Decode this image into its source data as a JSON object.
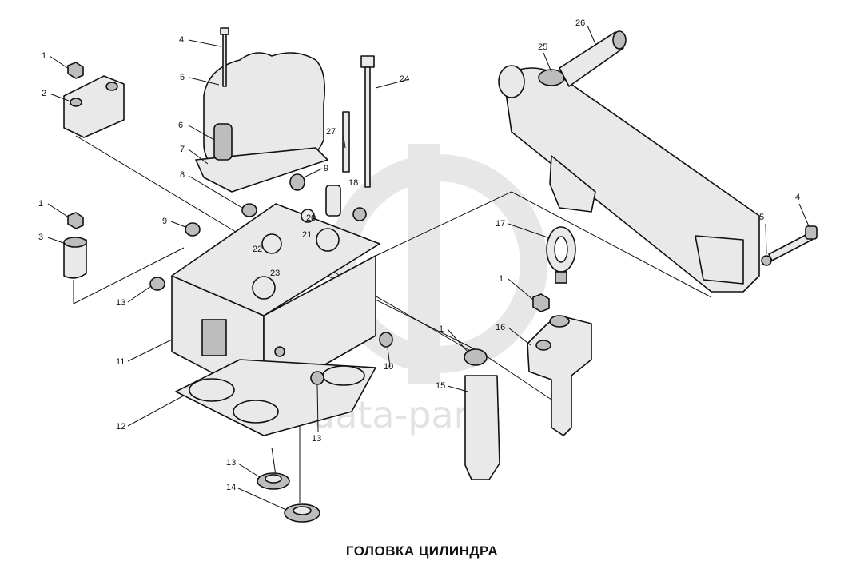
{
  "title": "ГОЛОВКА ЦИЛИНДРА",
  "watermark": "data-parts",
  "callouts": [
    "1",
    "2",
    "4",
    "5",
    "6",
    "7",
    "8",
    "9",
    "1",
    "3",
    "9",
    "13",
    "11",
    "12",
    "22",
    "21",
    "23",
    "20",
    "27",
    "18",
    "24",
    "10",
    "13",
    "13",
    "14",
    "17",
    "1",
    "16",
    "1",
    "15",
    "25",
    "26",
    "4",
    "5"
  ]
}
